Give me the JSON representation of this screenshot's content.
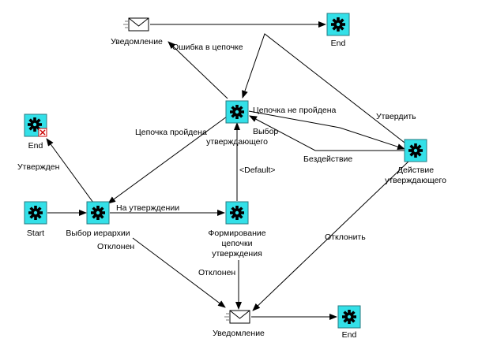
{
  "nodes": {
    "start": "Start",
    "select_hierarchy": "Выбор иерархии",
    "end_approved": "End",
    "form_chain": [
      "Формирование",
      "цепочки",
      "утверждения"
    ],
    "select_approver": [
      "Выбор",
      "утверждающего"
    ],
    "approver_action": [
      "Действие",
      "утверждающего"
    ],
    "notify_top": "Уведомление",
    "end_top": "End",
    "notify_bottom": "Уведомление",
    "end_bottom": "End"
  },
  "edges": {
    "approved": "Утвержден",
    "on_approval": "На утверждении",
    "rejected": "Отклонен",
    "default": "<Default>",
    "chain_passed": "Цепочка пройдена",
    "chain_error": "Ошибка в цепочке",
    "chain_not_passed": "Цепочка не пройдена",
    "approve": "Утвердить",
    "inaction": "Бездействие",
    "reject": "Отклонить",
    "rejected2": "Отклонен"
  },
  "colors": {
    "node_fill": "#33e0e8",
    "badge": "#cc0000"
  },
  "icons": {
    "process": "gear-icon",
    "notification": "envelope-icon",
    "end_error": "error-badge-icon"
  }
}
